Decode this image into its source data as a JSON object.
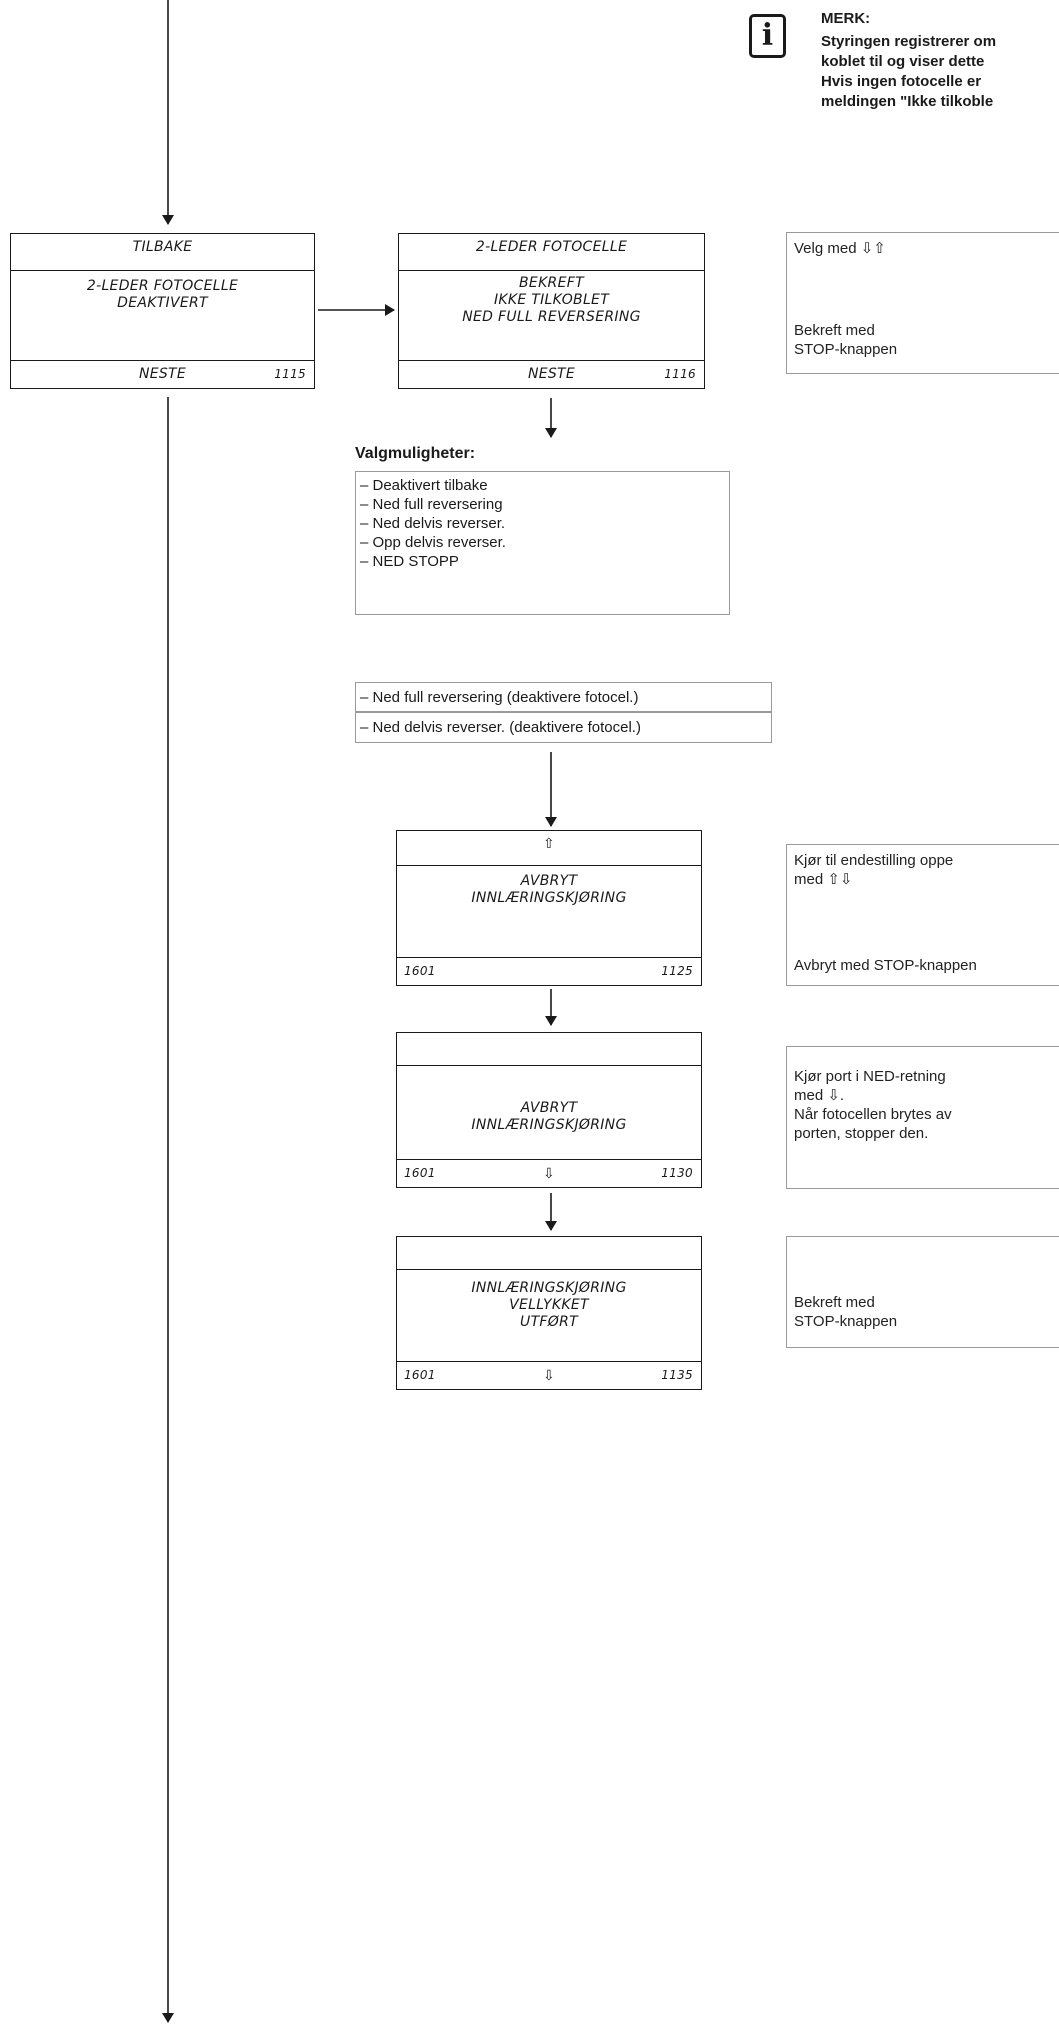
{
  "note": {
    "title": "MERK:",
    "lines": [
      "Styringen registrerer om",
      "koblet til og viser dette",
      "Hvis ingen fotocelle er",
      "meldingen \"Ikke tilkoble"
    ]
  },
  "screens": {
    "s1115": {
      "top": "TILBAKE",
      "middle": [
        "2-LEDER FOTOCELLE",
        "DEAKTIVERT"
      ],
      "bottom": "NESTE",
      "code": "1115"
    },
    "s1116": {
      "top": "2-LEDER FOTOCELLE",
      "middle": [
        "BEKREFT",
        "IKKE TILKOBLET",
        "NED FULL REVERSERING"
      ],
      "bottom": "NESTE",
      "code": "1116"
    },
    "s1125": {
      "top": "⇧",
      "middle": [
        "AVBRYT",
        "INNLÆRINGSKJØRING"
      ],
      "left_code": "1601",
      "code": "1125"
    },
    "s1130": {
      "middle": [
        "AVBRYT",
        "INNLÆRINGSKJØRING"
      ],
      "left_code": "1601",
      "bottom": "⇩",
      "code": "1130"
    },
    "s1135": {
      "middle": [
        "INNLÆRINGSKJØRING",
        "VELLYKKET",
        "UTFØRT"
      ],
      "left_code": "1601",
      "bottom": "⇩",
      "code": "1135"
    }
  },
  "info_boxes": {
    "i1": {
      "line1": "Velg med ⇩⇧",
      "line2": "Bekreft med",
      "line3": "STOP-knappen"
    },
    "i2": {
      "line1": "Kjør til endestilling oppe",
      "line2": "med ⇧⇩",
      "line3": "Avbryt med STOP-knappen"
    },
    "i3": {
      "line1": "Kjør port i NED-retning",
      "line2": "med ⇩.",
      "line3": "Når fotocellen brytes av",
      "line4": "porten, stopper den."
    },
    "i4": {
      "line1": "Bekreft med",
      "line2": "STOP-knappen"
    }
  },
  "options": {
    "heading": "Valgmuligheter:",
    "items": [
      "– Deaktivert tilbake",
      "– Ned full reversering",
      "– Ned delvis reverser.",
      "– Opp delvis reverser.",
      "– NED STOPP"
    ]
  },
  "subset_options": [
    "– Ned full reversering (deaktivere fotocel.)",
    "– Ned delvis reverser. (deaktivere fotocel.)"
  ],
  "icons": {
    "info": "i"
  }
}
